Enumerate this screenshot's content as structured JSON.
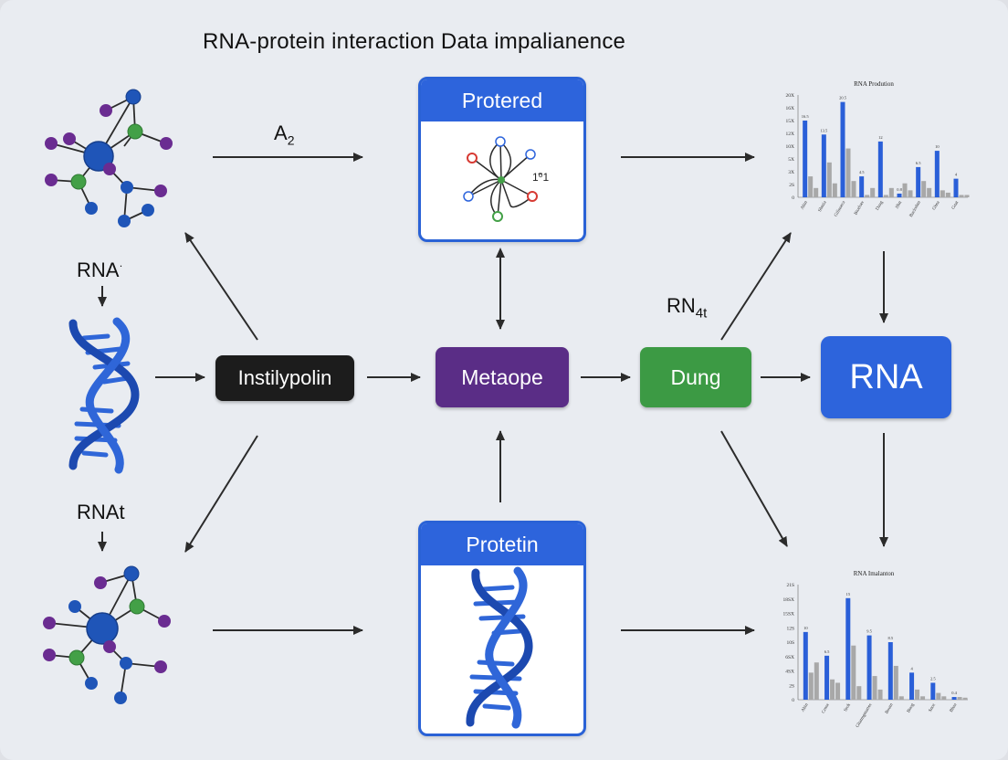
{
  "title": "RNA-protein interaction Data impalianence",
  "labels": {
    "arrow_top": "A",
    "arrow_top_sub": "2",
    "rna_top": "RNA",
    "rna_top_mark": "·",
    "rna_bottom": "RNAt",
    "rn4t": "RN",
    "rn4t_sub": "4t"
  },
  "nodes": {
    "instilypolin": "Instilypolin",
    "metaope": "Metaope",
    "dung": "Dung",
    "rna": "RNA"
  },
  "panels": {
    "top": "Protered",
    "top_annotation": "1̃⁰1",
    "bottom": "Protetin"
  },
  "colors": {
    "blue": "#2d64dc",
    "dark": "#1c1c1c",
    "purple": "#5a2d86",
    "green": "#3c9a44",
    "gray": "#a8a8a8",
    "bar_blue": "#2a5fd8"
  },
  "chart_data": [
    {
      "type": "bar",
      "title": "RNA Prodution",
      "yticks": [
        "20X",
        "16X",
        "15X",
        "12X",
        "10X",
        "5X",
        "3X",
        "2S",
        "0"
      ],
      "categories": [
        "Abin",
        "Sbmia",
        "Gilinseca",
        "Biotfoer",
        "Duag",
        "Jfhtt",
        "Baclothtn",
        "Ghea",
        "Gnat"
      ],
      "series": [
        {
          "color": "#2a5fd8",
          "values": [
            16.5,
            13.5,
            20.5,
            4.5,
            12.0,
            0.8,
            6.5,
            10.0,
            4.0
          ]
        },
        {
          "color": "#a8a8a8",
          "values": [
            4.5,
            7.5,
            10.5,
            0.5,
            0.5,
            3.0,
            3.5,
            1.5,
            0.5
          ]
        },
        {
          "color": "#a8a8a8",
          "values": [
            2.0,
            3.0,
            3.5,
            2.0,
            2.0,
            1.5,
            2.0,
            1.0,
            0.5
          ]
        }
      ],
      "ylim": [
        0,
        22
      ]
    },
    {
      "type": "bar",
      "title": "RNA Imalanton",
      "yticks": [
        "21S",
        "18SX",
        "15SX",
        "12S",
        "10S",
        "6SX",
        "4SX",
        "2S",
        "0"
      ],
      "categories": [
        "Abin",
        "Crnor",
        "Srok",
        "Gltatmgmartes",
        "Boutn",
        "Bnog",
        "Snoc",
        "Bhaa"
      ],
      "series": [
        {
          "color": "#2a5fd8",
          "values": [
            10.0,
            6.5,
            15.0,
            9.5,
            8.5,
            4.0,
            2.5,
            0.4
          ]
        },
        {
          "color": "#a8a8a8",
          "values": [
            4.0,
            3.0,
            8.0,
            3.5,
            5.0,
            1.5,
            1.0,
            0.4
          ]
        },
        {
          "color": "#a8a8a8",
          "values": [
            5.5,
            2.5,
            2.0,
            1.5,
            0.5,
            0.5,
            0.5,
            0.3
          ]
        }
      ],
      "ylim": [
        0,
        17
      ]
    }
  ]
}
